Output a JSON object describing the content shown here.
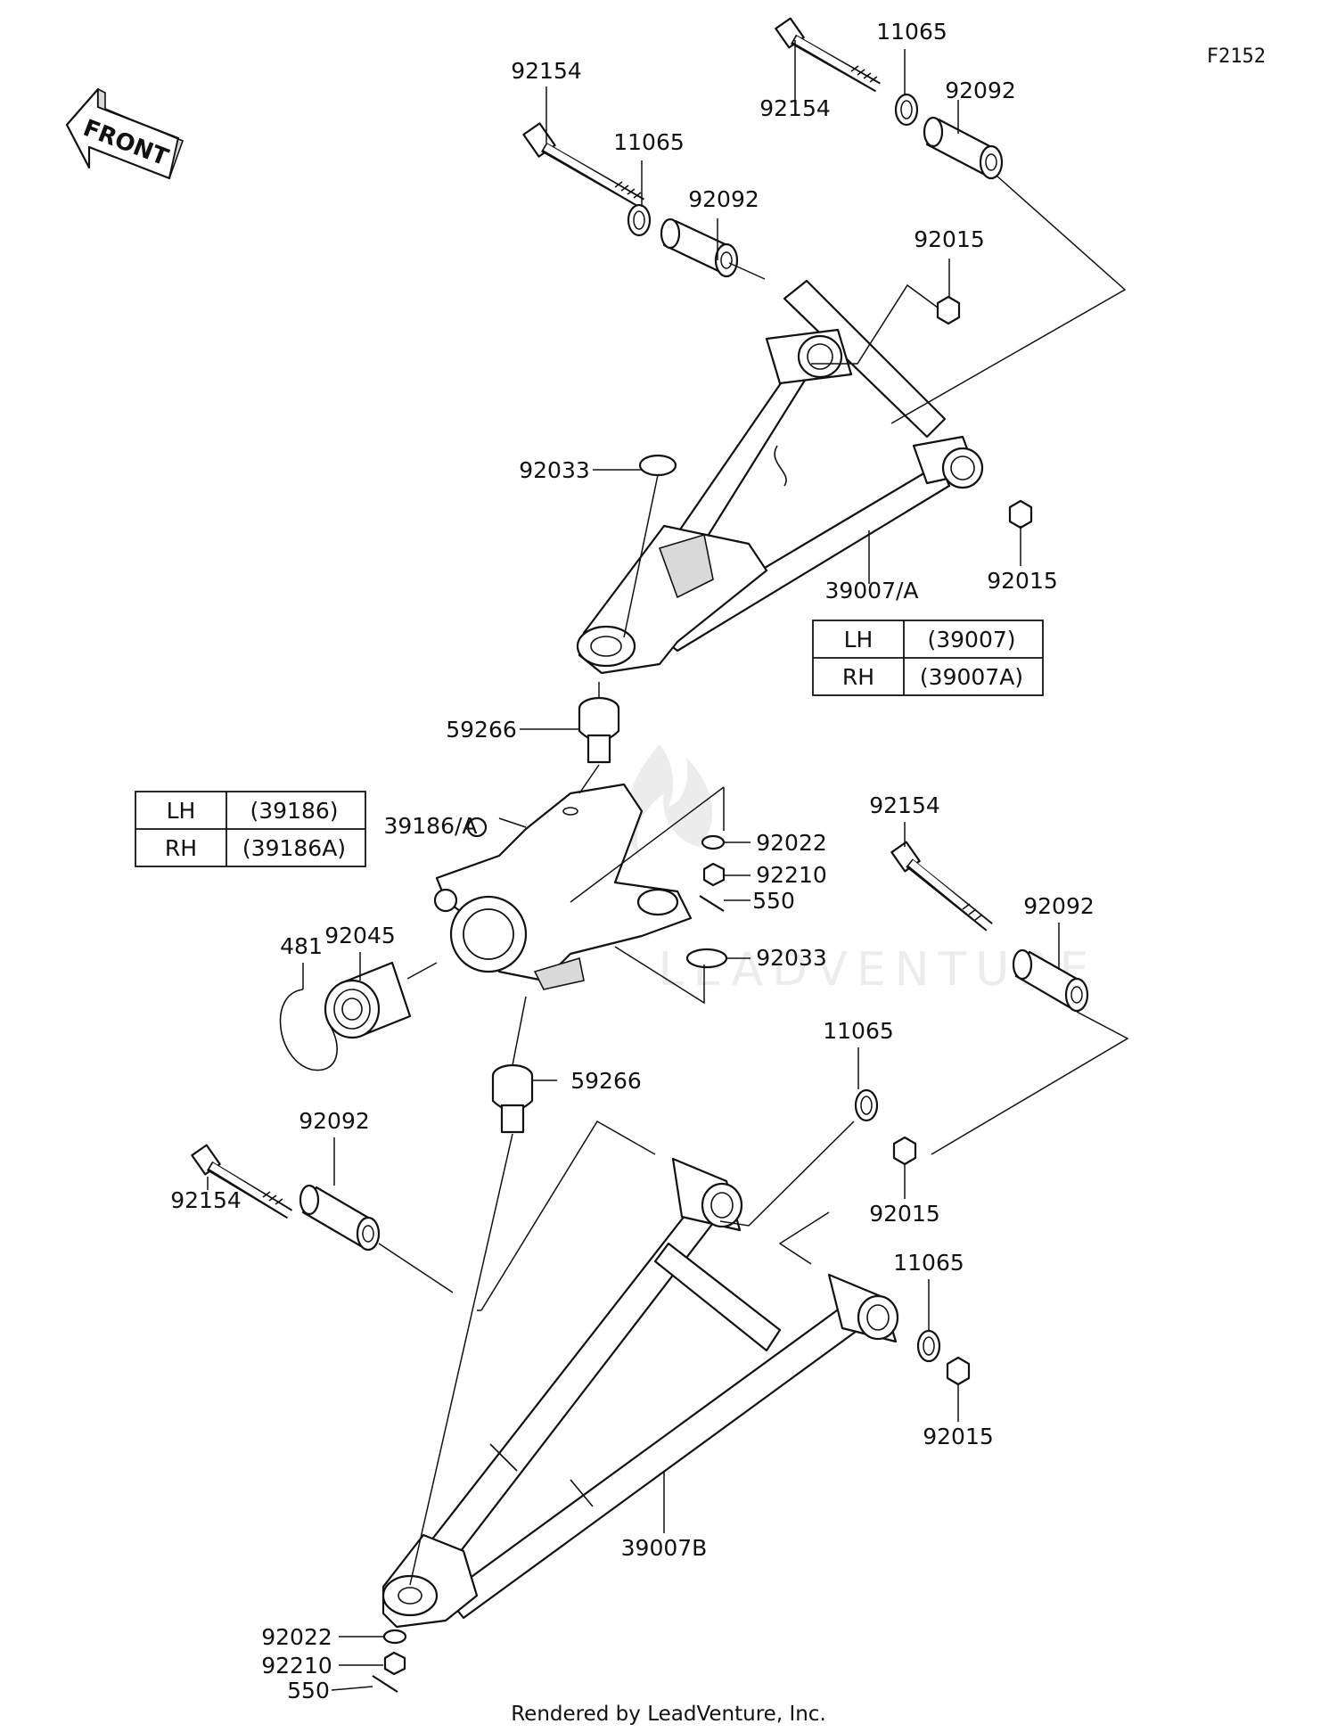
{
  "diagram_code": "F2152",
  "front_arrow_label": "FRONT",
  "credit": "Rendered by LeadVenture, Inc.",
  "watermark": "LEADVENTURE",
  "labels": [
    {
      "id": "upper-bolt-rear",
      "text": "92154"
    },
    {
      "id": "upper-washer-rear",
      "text": "11065"
    },
    {
      "id": "upper-bolt-front",
      "text": "92154"
    },
    {
      "id": "upper-washer-front",
      "text": "11065"
    },
    {
      "id": "upper-bushing-front",
      "text": "92092"
    },
    {
      "id": "upper-bushing-rear",
      "text": "92092"
    },
    {
      "id": "upper-nut-front",
      "text": "92015"
    },
    {
      "id": "upper-clip",
      "text": "92033"
    },
    {
      "id": "upper-nut-rear",
      "text": "92015"
    },
    {
      "id": "upper-arm",
      "text": "39007/A"
    },
    {
      "id": "upper-ball-joint",
      "text": "59266"
    },
    {
      "id": "knuckle",
      "text": "39186/A"
    },
    {
      "id": "knuckle-washer",
      "text": "92022"
    },
    {
      "id": "knuckle-nut",
      "text": "92210"
    },
    {
      "id": "knuckle-pin",
      "text": "550"
    },
    {
      "id": "knuckle-clip",
      "text": "92033"
    },
    {
      "id": "bearing",
      "text": "92045"
    },
    {
      "id": "snap-ring",
      "text": "481"
    },
    {
      "id": "lower-bolt-front",
      "text": "92154"
    },
    {
      "id": "lower-bushing-front",
      "text": "92092"
    },
    {
      "id": "lower-ball-joint",
      "text": "59266"
    },
    {
      "id": "lower-washer-front",
      "text": "11065"
    },
    {
      "id": "lower-bolt-rear",
      "text": "92092"
    },
    {
      "id": "lower-bolt-rear-id",
      "text": "92154"
    },
    {
      "id": "lower-nut-front",
      "text": "92015"
    },
    {
      "id": "lower-washer-rear",
      "text": "11065"
    },
    {
      "id": "lower-nut-rear",
      "text": "92015"
    },
    {
      "id": "lower-arm",
      "text": "39007B"
    },
    {
      "id": "lower-washer",
      "text": "92022"
    },
    {
      "id": "lower-nut",
      "text": "92210"
    },
    {
      "id": "lower-pin",
      "text": "550"
    }
  ],
  "tables": {
    "upper_arm": {
      "rows": [
        {
          "side": "LH",
          "part": "(39007)"
        },
        {
          "side": "RH",
          "part": "(39007A)"
        }
      ]
    },
    "knuckle": {
      "rows": [
        {
          "side": "LH",
          "part": "(39186)"
        },
        {
          "side": "RH",
          "part": "(39186A)"
        }
      ]
    }
  }
}
